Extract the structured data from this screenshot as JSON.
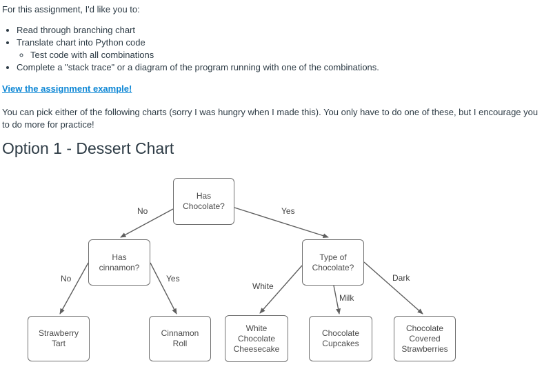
{
  "colors": {
    "text": "#2d3b45",
    "link": "#0e87d5",
    "node_border": "#6f6f6f",
    "node_text": "#4a4a4a",
    "arrow": "#5f5f5f"
  },
  "content": {
    "intro": "For this assignment, I'd like you to:",
    "tasks": [
      {
        "label": "Read through branching chart"
      },
      {
        "label": "Translate chart into Python code",
        "subtasks": [
          "Test code with all combinations"
        ]
      },
      {
        "label": "Complete a \"stack trace\" or a diagram of the program running with one of the combinations."
      }
    ],
    "link_label": "View the assignment example!",
    "note": "You can pick either of the following charts (sorry I was hungry when I made this). You only have to do one of these, but I encourage you to do more for practice!",
    "heading": "Option 1 - Dessert Chart"
  },
  "diagram": {
    "type": "decision-tree",
    "nodes": {
      "has_chocolate": {
        "label": "Has\nChocolate?"
      },
      "has_cinnamon": {
        "label": "Has\ncinnamon?"
      },
      "type_of_chocolate": {
        "label": "Type of\nChocolate?"
      },
      "strawberry_tart": {
        "label": "Strawberry\nTart"
      },
      "cinnamon_roll": {
        "label": "Cinnamon\nRoll"
      },
      "white_chocolate_cheesecake": {
        "label": "White\nChocolate\nCheesecake"
      },
      "chocolate_cupcakes": {
        "label": "Chocolate\nCupcakes"
      },
      "chocolate_covered_strawberries": {
        "label": "Chocolate\nCovered\nStrawberries"
      }
    },
    "edges": [
      {
        "from": "has_chocolate",
        "to": "has_cinnamon",
        "label": "No"
      },
      {
        "from": "has_chocolate",
        "to": "type_of_chocolate",
        "label": "Yes"
      },
      {
        "from": "has_cinnamon",
        "to": "strawberry_tart",
        "label": "No"
      },
      {
        "from": "has_cinnamon",
        "to": "cinnamon_roll",
        "label": "Yes"
      },
      {
        "from": "type_of_chocolate",
        "to": "white_chocolate_cheesecake",
        "label": "White"
      },
      {
        "from": "type_of_chocolate",
        "to": "chocolate_cupcakes",
        "label": "Milk"
      },
      {
        "from": "type_of_chocolate",
        "to": "chocolate_covered_strawberries",
        "label": "Dark"
      }
    ]
  }
}
